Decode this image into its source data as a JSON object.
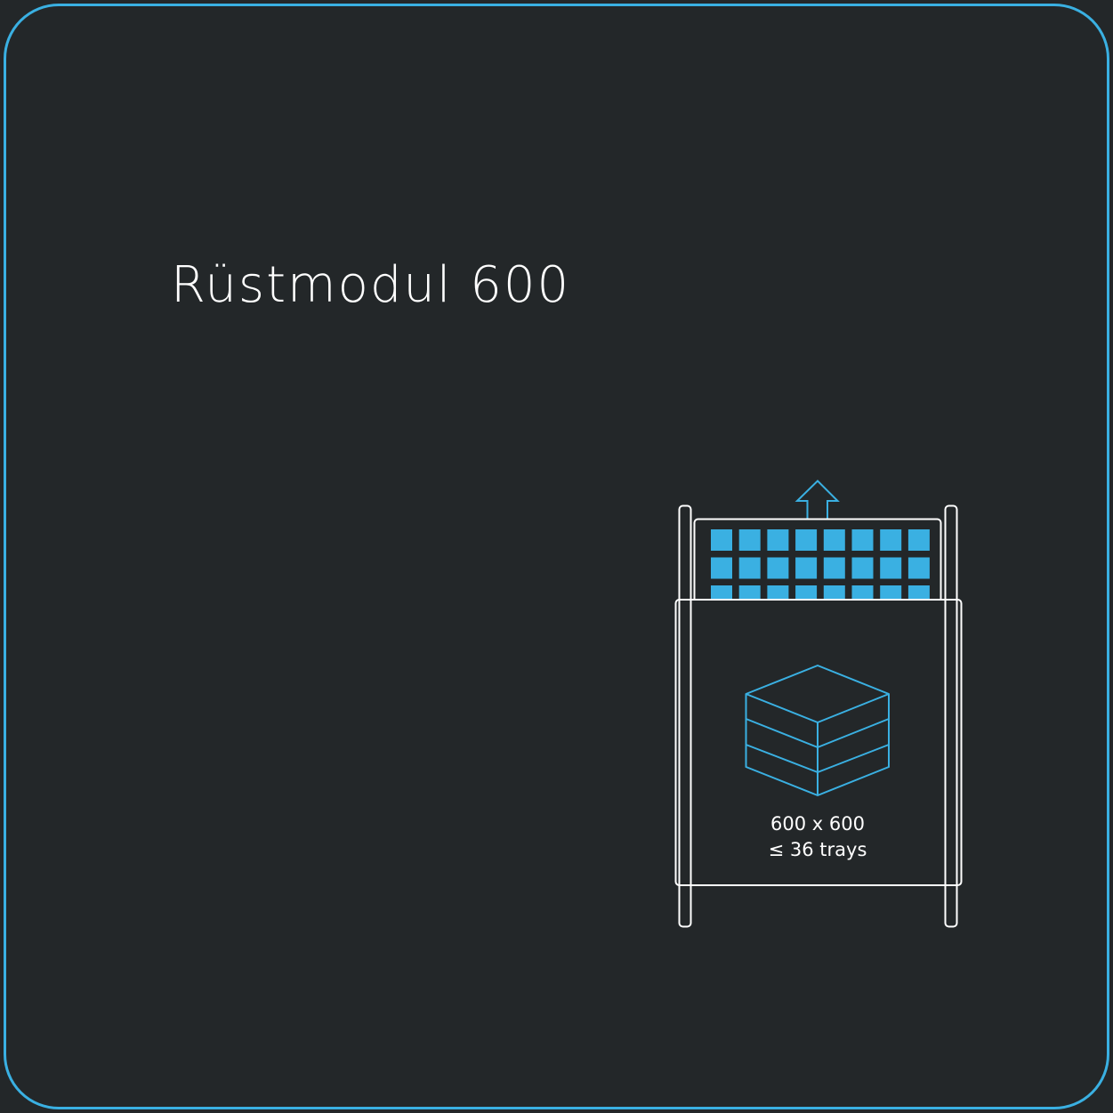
{
  "title": "Rüstmodul 600",
  "module": {
    "dimensions": "600 x 600",
    "capacity": "≤ 36 trays"
  },
  "colors": {
    "accent": "#3ab0e2",
    "background": "#232729",
    "outline": "#ffffff"
  },
  "tray_grid": {
    "columns": 8,
    "rows_visible": 3
  }
}
